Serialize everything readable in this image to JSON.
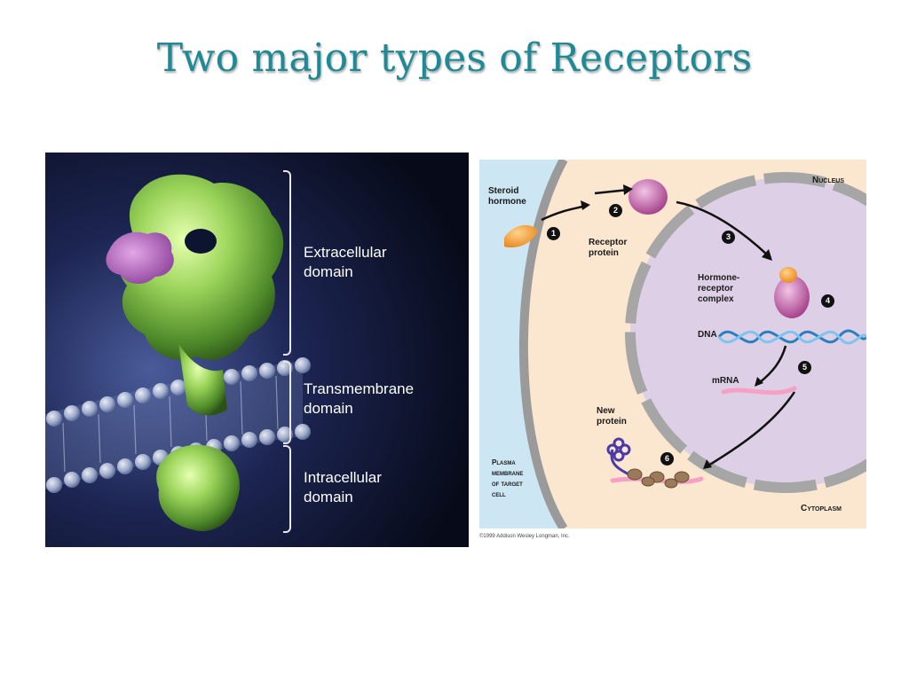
{
  "slide": {
    "title": "Two major types of Receptors"
  },
  "left_diagram": {
    "labels": {
      "extracellular": [
        "Extracellular",
        "domain"
      ],
      "transmembrane": [
        "Transmembrane",
        "domain"
      ],
      "intracellular": [
        "Intracellular",
        "domain"
      ]
    }
  },
  "right_diagram": {
    "labels": {
      "nucleus": "Nucleus",
      "steroid_hormone": [
        "Steroid",
        "hormone"
      ],
      "receptor_protein": [
        "Receptor",
        "protein"
      ],
      "hormone_receptor_complex": [
        "Hormone-",
        "receptor",
        "complex"
      ],
      "dna": "DNA",
      "mrna": "mRNA",
      "new_protein": [
        "New",
        "protein"
      ],
      "plasma_membrane": [
        "Plasma",
        "membrane",
        "of target",
        "cell"
      ],
      "cytoplasm": "Cytoplasm"
    },
    "steps": [
      "1",
      "2",
      "3",
      "4",
      "5",
      "6"
    ],
    "copyright": "©1999 Addison Wesley Longman, Inc."
  }
}
